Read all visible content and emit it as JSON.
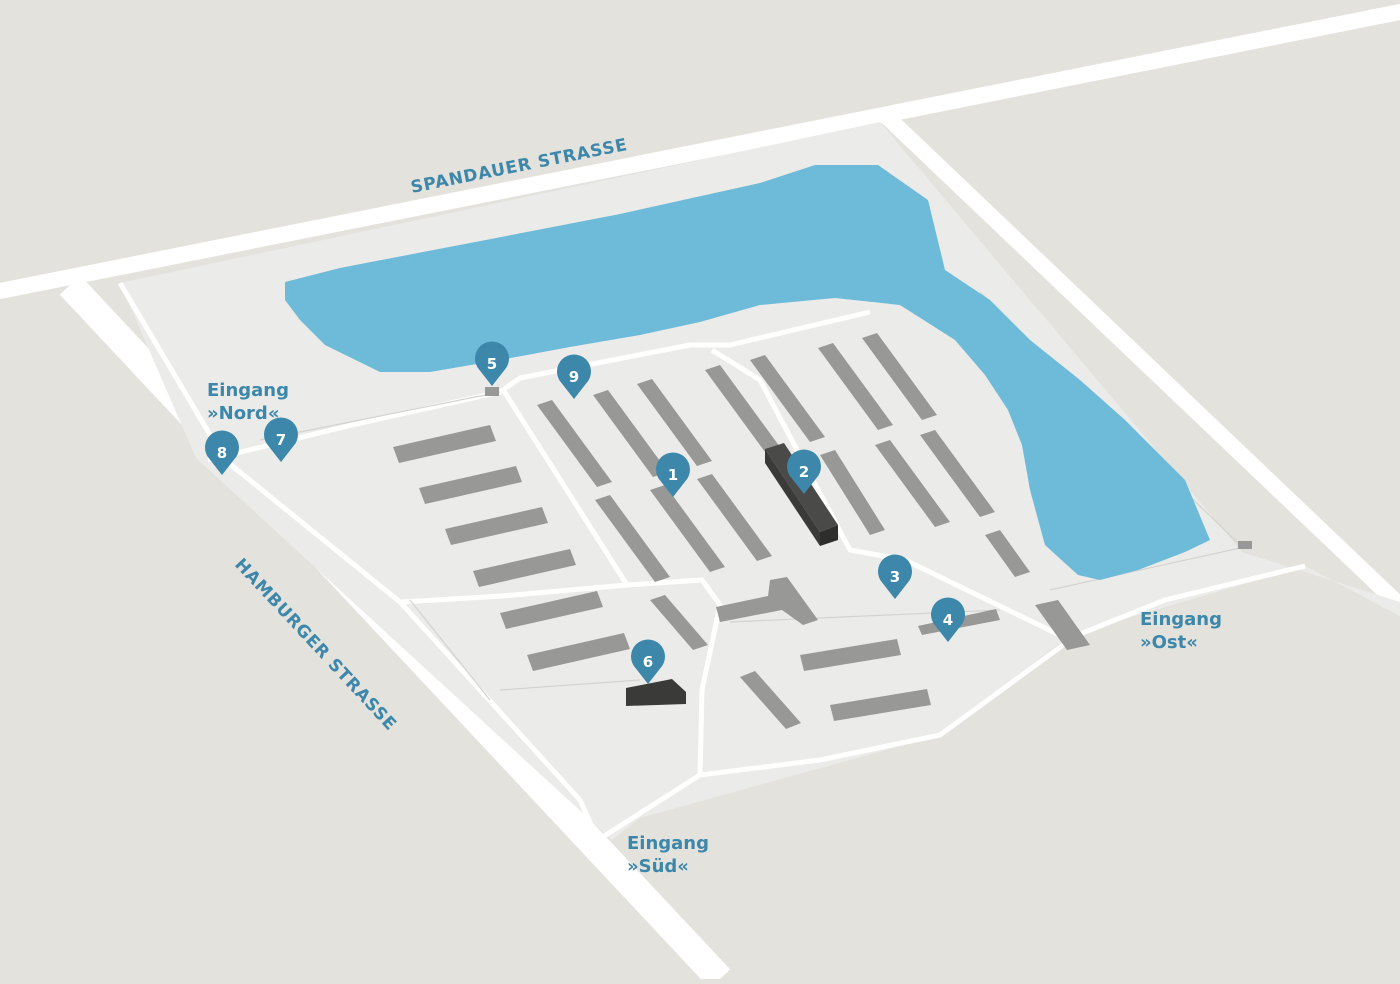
{
  "streets": {
    "north": "SPANDAUER STRASSE",
    "west": "HAMBURGER STRASSE"
  },
  "entrances": {
    "nord": {
      "line1": "Eingang",
      "line2": "»Nord«"
    },
    "ost": {
      "line1": "Eingang",
      "line2": "»Ost«"
    },
    "sued": {
      "line1": "Eingang",
      "line2": "»Süd«"
    }
  },
  "markers": [
    "1",
    "2",
    "3",
    "4",
    "5",
    "6",
    "7",
    "8",
    "9"
  ],
  "colors": {
    "background": "#e3e2dd",
    "road": "#ffffff",
    "site": "#ebebe9",
    "water": "#6dbbd8",
    "building": "#989896",
    "highlight_building": "#4a4a49",
    "marker": "#3c87aa",
    "label": "#3c87aa"
  },
  "icons": {
    "marker": "map-pin-icon"
  }
}
